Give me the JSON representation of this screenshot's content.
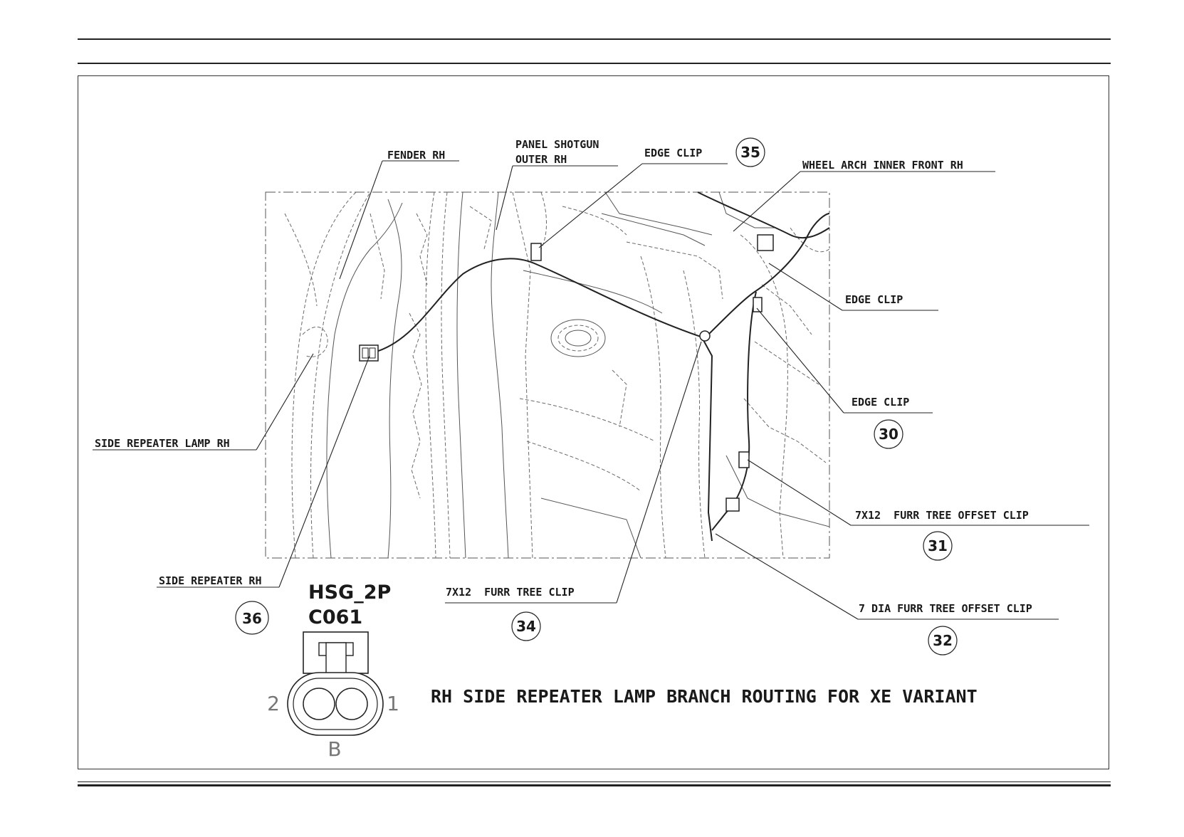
{
  "labels": {
    "fender_rh": "FENDER RH",
    "panel_shotgun_line1": "PANEL SHOTGUN",
    "panel_shotgun_line2": "OUTER RH",
    "edge_clip_top": "EDGE CLIP",
    "wheel_arch": "WHEEL ARCH INNER FRONT RH",
    "edge_clip_mid": "EDGE CLIP",
    "edge_clip_low": "EDGE CLIP",
    "side_repeater_lamp": "SIDE REPEATER LAMP RH",
    "side_repeater": "SIDE REPEATER RH",
    "furr_tree_clip": "7X12  FURR TREE CLIP",
    "furr_tree_offset_clip": "7X12  FURR TREE OFFSET CLIP",
    "dia_furr_tree_offset_clip": "7 DIA FURR TREE OFFSET CLIP"
  },
  "callouts": {
    "n35": "35",
    "n30": "30",
    "n31": "31",
    "n32": "32",
    "n34": "34",
    "n36": "36"
  },
  "connector": {
    "housing": "HSG_2P",
    "id": "C061",
    "pin_left": "2",
    "pin_right": "1",
    "pin_bottom": "B"
  },
  "title": "RH SIDE REPEATER LAMP BRANCH ROUTING FOR XE VARIANT"
}
